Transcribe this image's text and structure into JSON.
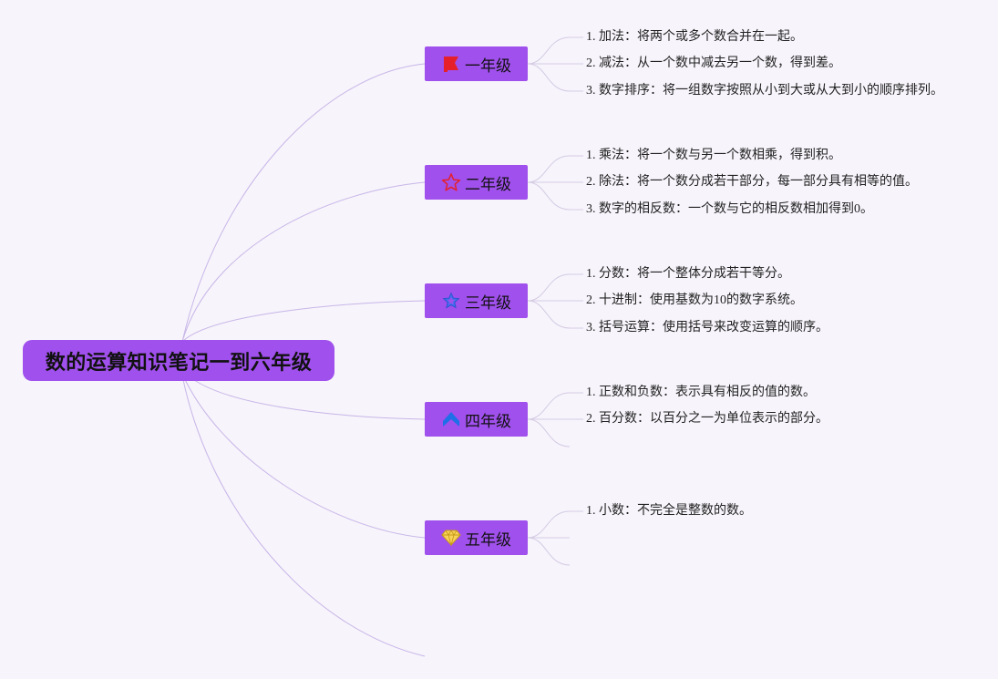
{
  "root": {
    "label": "数的运算知识笔记一到六年级"
  },
  "grades": [
    {
      "label": "一年级",
      "icon": "red-flag-icon",
      "items": [
        "1. 加法：将两个或多个数合并在一起。",
        "2. 减法：从一个数中减去另一个数，得到差。",
        "3. 数字排序：将一组数字按照从小到大或从大到小的顺序排列。"
      ]
    },
    {
      "label": "二年级",
      "icon": "star-outline-icon",
      "items": [
        "1. 乘法：将一个数与另一个数相乘，得到积。",
        "2. 除法：将一个数分成若干部分，每一部分具有相等的值。",
        "3. 数字的相反数：一个数与它的相反数相加得到0。"
      ]
    },
    {
      "label": "三年级",
      "icon": "star-badge-icon",
      "items": [
        "1. 分数：将一个整体分成若干等分。",
        "2. 十进制：使用基数为10的数字系统。",
        "3. 括号运算：使用括号来改变运算的顺序。"
      ]
    },
    {
      "label": "四年级",
      "icon": "chevron-up-icon",
      "items": [
        "1. 正数和负数：表示具有相反的值的数。",
        "2. 百分数：以百分之一为单位表示的部分。"
      ]
    },
    {
      "label": "五年级",
      "icon": "diamond-icon",
      "items": [
        "1. 小数：不完全是整数的数。"
      ]
    }
  ],
  "colors": {
    "background": "#f7f4fb",
    "node": "#a050ec",
    "branch_line": "#c7b6e8",
    "leaf_line": "#d4cbe4"
  }
}
